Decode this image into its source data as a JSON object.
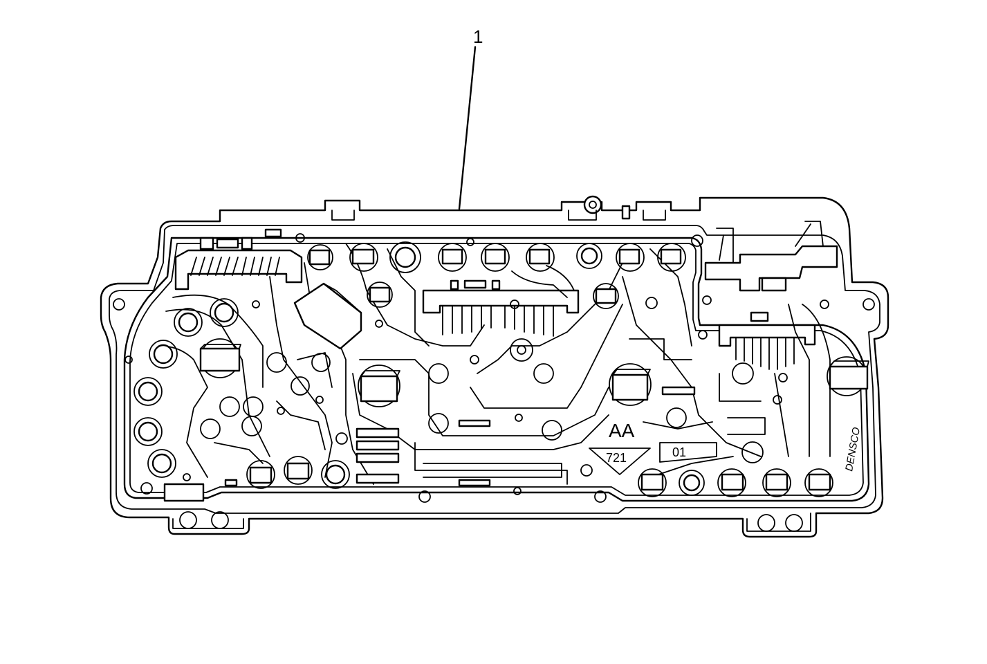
{
  "callout": {
    "number": "1"
  },
  "markings": {
    "code_aa": "AA",
    "code_721": "721",
    "code_01": "01",
    "maker": "DENSCO"
  }
}
